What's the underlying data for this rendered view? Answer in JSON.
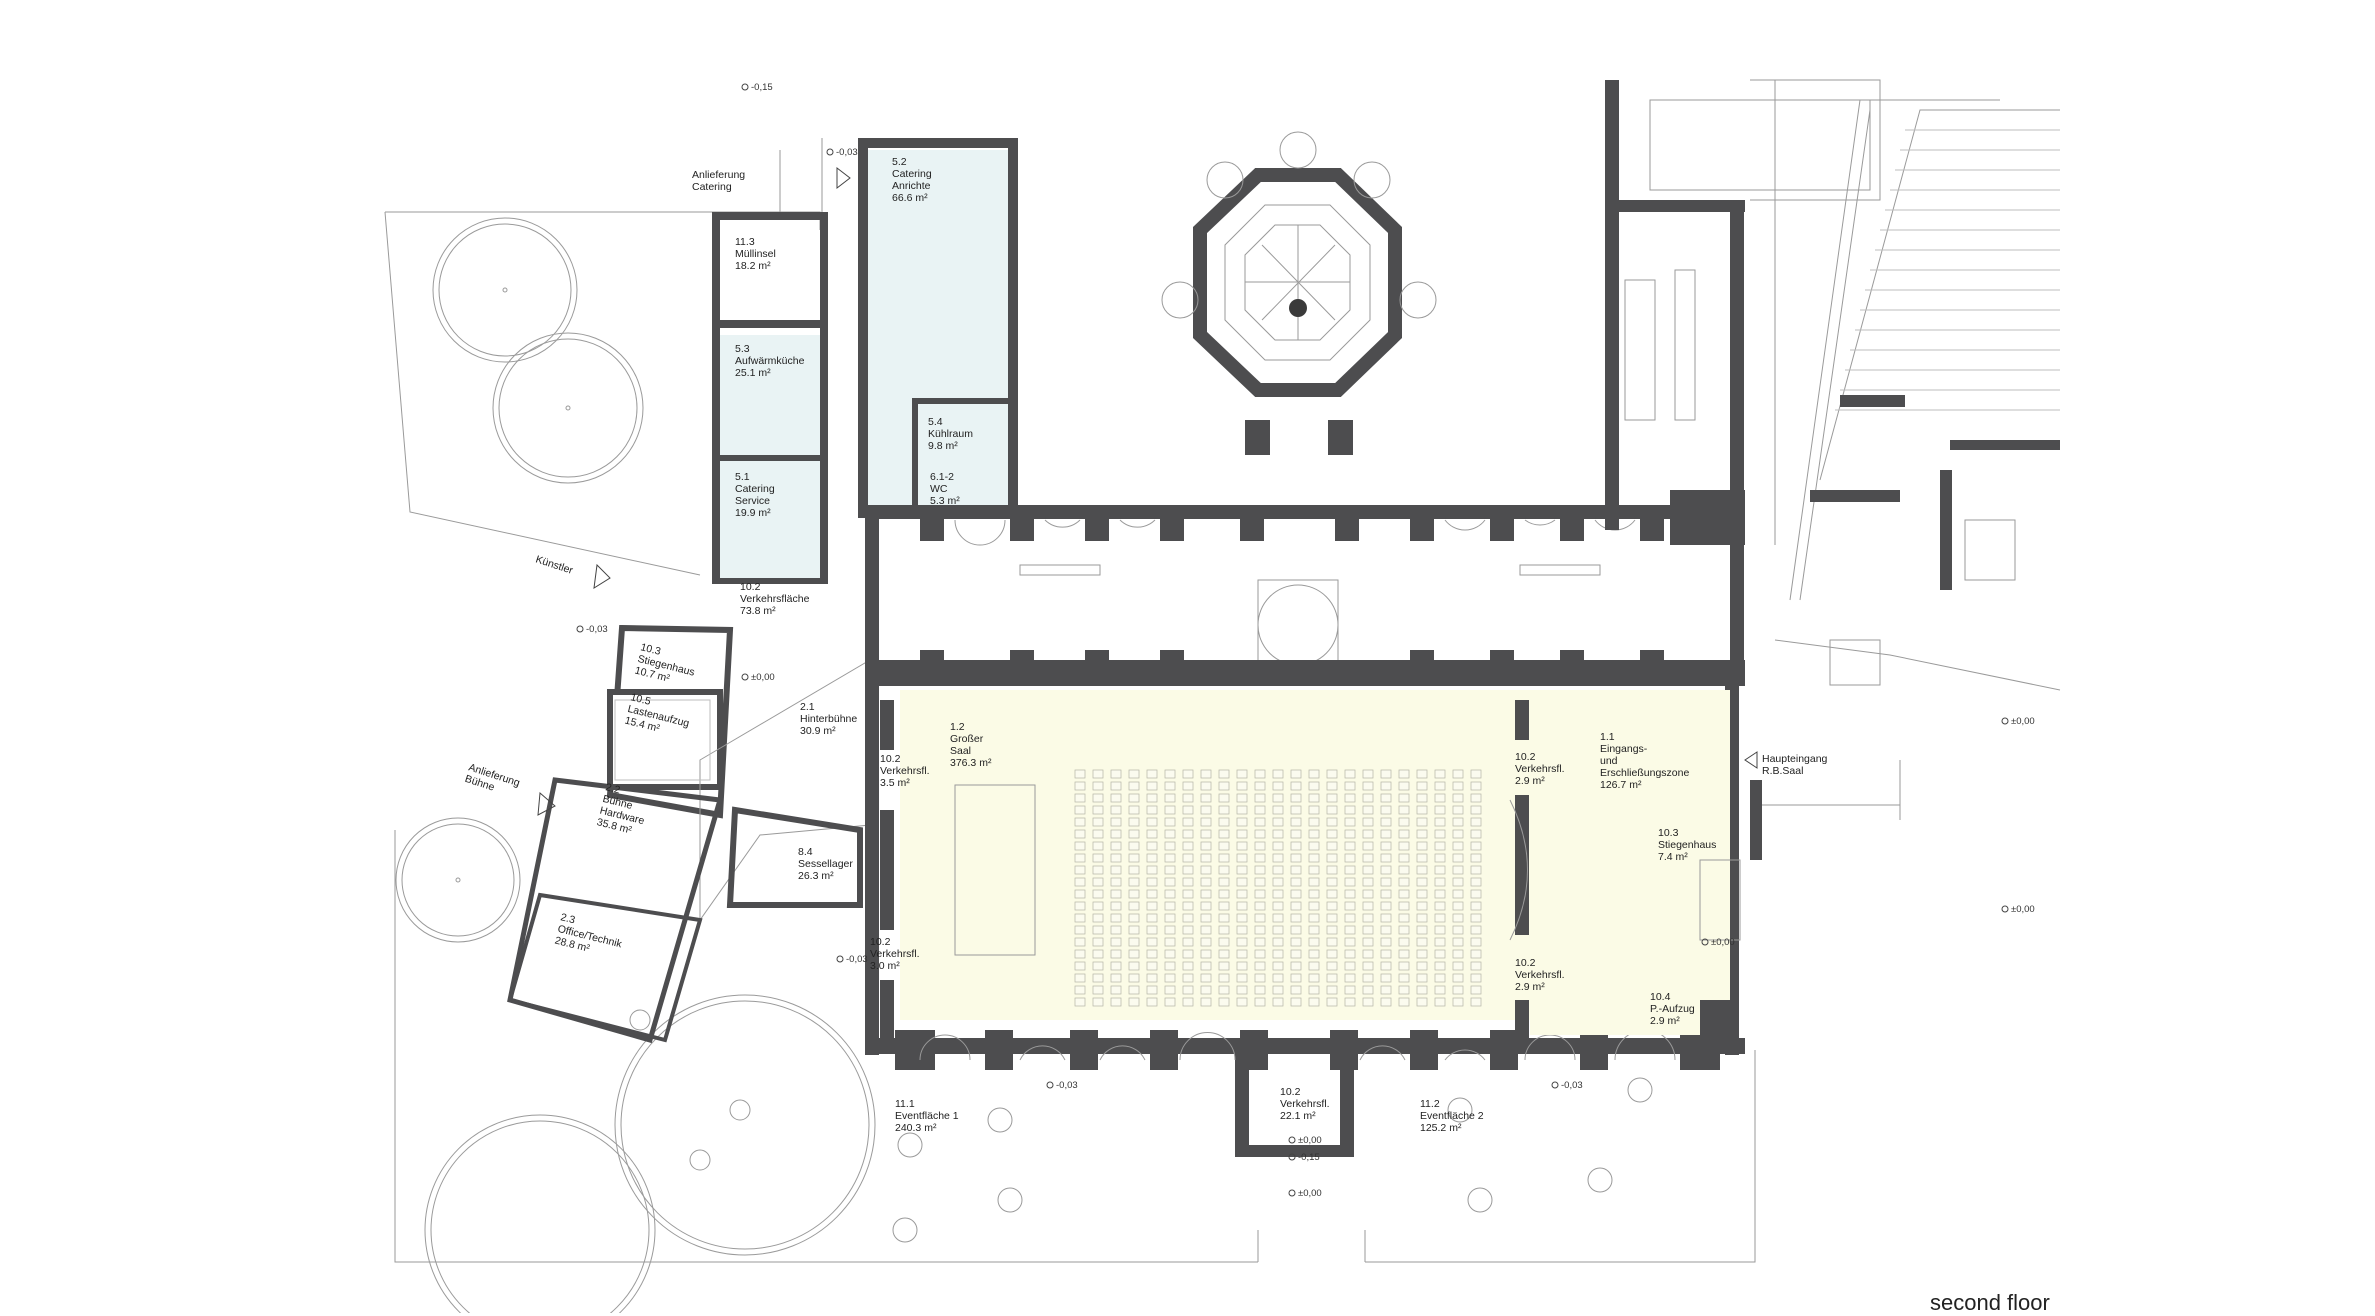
{
  "caption": "second floor",
  "colors": {
    "wall": "#4d4d4f",
    "hall_fill": "#fbfbe6",
    "catering_fill": "#e9f3f4",
    "line": "#9a9a9a"
  },
  "rooms": [
    {
      "id": "r-5-2",
      "lines": [
        "5.2",
        "Catering",
        "Anrichte",
        "66.6 m²"
      ]
    },
    {
      "id": "r-11-3",
      "lines": [
        "11.3",
        "Müllinsel",
        "18.2 m²"
      ]
    },
    {
      "id": "r-5-3",
      "lines": [
        "5.3",
        "Aufwärmküche",
        "25.1 m²"
      ]
    },
    {
      "id": "r-5-4",
      "lines": [
        "5.4",
        "Kühlraum",
        "9.8 m²"
      ]
    },
    {
      "id": "r-5-1",
      "lines": [
        "5.1",
        "Catering",
        "Service",
        "19.9 m²"
      ]
    },
    {
      "id": "r-6-1",
      "lines": [
        "6.1-2",
        "WC",
        "5.3 m²"
      ]
    },
    {
      "id": "r-10-2a",
      "lines": [
        "10.2",
        "Verkehrsfläche",
        "73.8 m²"
      ]
    },
    {
      "id": "r-10-3a",
      "lines": [
        "10.3",
        "Stiegenhaus",
        "10.7 m²"
      ]
    },
    {
      "id": "r-10-5",
      "lines": [
        "10.5",
        "Lastenaufzug",
        "15.4 m²"
      ]
    },
    {
      "id": "r-2-1",
      "lines": [
        "2.1",
        "Hinterbühne",
        "30.9 m²"
      ]
    },
    {
      "id": "r-2-2",
      "lines": [
        "2.2",
        "Bühne",
        "Hardware",
        "35.8 m²"
      ]
    },
    {
      "id": "r-8-4",
      "lines": [
        "8.4",
        "Sessellager",
        "26.3 m²"
      ]
    },
    {
      "id": "r-2-3",
      "lines": [
        "2.3",
        "Office/Technik",
        "28.8 m²"
      ]
    },
    {
      "id": "r-1-2",
      "lines": [
        "1.2",
        "Großer",
        "Saal",
        "376.3 m²"
      ]
    },
    {
      "id": "r-10-2b",
      "lines": [
        "10.2",
        "Verkehrsfl.",
        "3.5 m²"
      ]
    },
    {
      "id": "r-10-2c",
      "lines": [
        "10.2",
        "Verkehrsfl.",
        "3.0 m²"
      ]
    },
    {
      "id": "r-10-2d",
      "lines": [
        "10.2",
        "Verkehrsfl.",
        "2.9 m²"
      ]
    },
    {
      "id": "r-10-2e",
      "lines": [
        "10.2",
        "Verkehrsfl.",
        "2.9 m²"
      ]
    },
    {
      "id": "r-1-1",
      "lines": [
        "1.1",
        "Eingangs-",
        "und",
        "Erschließungszone",
        "126.7 m²"
      ]
    },
    {
      "id": "r-10-3b",
      "lines": [
        "10.3",
        "Stiegenhaus",
        "7.4 m²"
      ]
    },
    {
      "id": "r-10-4",
      "lines": [
        "10.4",
        "P.-Aufzug",
        "2.9 m²"
      ]
    },
    {
      "id": "r-11-1",
      "lines": [
        "11.1",
        "Eventfläche 1",
        "240.3 m²"
      ]
    },
    {
      "id": "r-10-2f",
      "lines": [
        "10.2",
        "Verkehrsfl.",
        "22.1 m²"
      ]
    },
    {
      "id": "r-11-2",
      "lines": [
        "11.2",
        "Eventfläche 2",
        "125.2 m²"
      ]
    }
  ],
  "labels": {
    "anlieferung_catering": [
      "Anlieferung",
      "Catering"
    ],
    "kuenstler": "Künstler",
    "anlieferung_buehne": [
      "Anlieferung",
      "Bühne"
    ],
    "haupteingang": [
      "Haupteingang",
      "R.B.Saal"
    ]
  },
  "levels": [
    "-0,15",
    "-0,03",
    "-0,03",
    "±0,00",
    "-0,03",
    "-0,03",
    "-0,03",
    "±0,00",
    "±0,00",
    "-0,15",
    "±0,00",
    "±0,00",
    "±0,00"
  ]
}
